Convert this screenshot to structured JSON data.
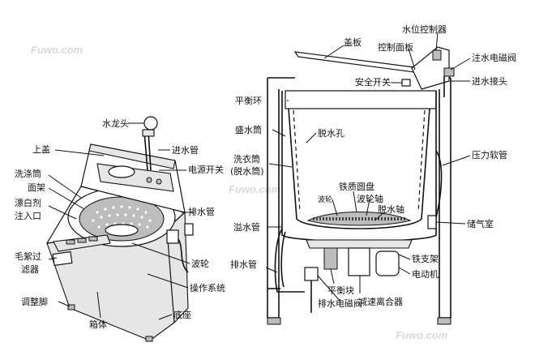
{
  "watermarks": [
    "Fuwo.com",
    "Fuwo.com",
    "Fuwo.com"
  ],
  "left_labels": {
    "faucet": "水龙头",
    "top_lid": "上盖",
    "inlet_pipe": "进水管",
    "wash_tub": "洗涤筒",
    "power_switch": "电源开关",
    "face_frame": "面架",
    "bleach_inlet_1": "漂白剂",
    "bleach_inlet_2": "注入口",
    "drain_pipe": "排水管",
    "lint_filter_1": "毛絮过",
    "lint_filter_2": "滤器",
    "pulsator": "波轮",
    "leveling_foot": "调整脚",
    "control_system": "操作系统",
    "base": "底座",
    "cabinet": "箱体"
  },
  "right_labels": {
    "lid_board": "盖板",
    "water_level_controller": "水位控制器",
    "control_panel": "控制面板",
    "inlet_solenoid": "注水电磁阀",
    "safety_switch": "安全开关",
    "inlet_connector": "进水接头",
    "balance_ring": "平衡环",
    "outer_tub": "盛水筒",
    "spin_holes": "脱水孔",
    "laundry_tub_1": "洗衣筒",
    "laundry_tub_2": "(脱水筒)",
    "pressure_hose": "压力软管",
    "iron_disc": "铁质圆盘",
    "pulsator_small": "波轮",
    "pulsator_shaft": "波轮轴",
    "spin_shaft": "脱水轴",
    "overflow_pipe": "溢水管",
    "air_chamber": "储气室",
    "drain_pipe": "排水管",
    "iron_bracket": "铁支架",
    "motor": "电动机",
    "balance_block": "平衡块",
    "drain_solenoid": "排水电磁阀",
    "reduction_clutch": "减速离合器"
  }
}
